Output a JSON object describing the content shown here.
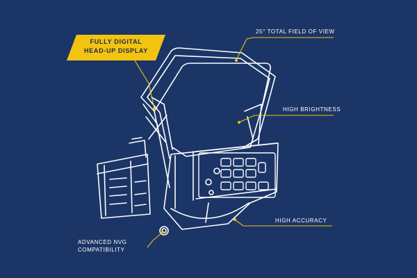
{
  "colors": {
    "background": "#1b3566",
    "accent": "#f2c311",
    "line": "#ffffff",
    "highlight_text": "#1b2a48"
  },
  "callout": {
    "line1": "FULLY DIGITAL",
    "line2": "HEAD-UP DISPLAY"
  },
  "labels": {
    "fov": "25° TOTAL FIELD OF VIEW",
    "brightness": "HIGH BRIGHTNESS",
    "accuracy": "HIGH ACCURACY",
    "nvg_line1": "ADVANCED NVG",
    "nvg_line2": "COMPATIBILITY"
  }
}
